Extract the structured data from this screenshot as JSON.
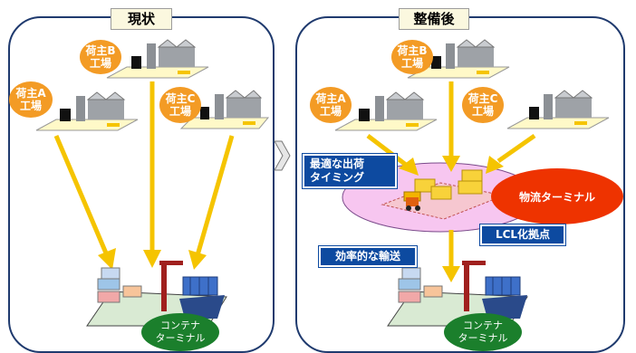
{
  "before": {
    "title": "現状",
    "shippers": [
      {
        "line1": "荷主B",
        "line2": "工場"
      },
      {
        "line1": "荷主A",
        "line2": "工場"
      },
      {
        "line1": "荷主C",
        "line2": "工場"
      }
    ],
    "terminal": {
      "line1": "コンテナ",
      "line2": "ターミナル"
    }
  },
  "after": {
    "title": "整備後",
    "shippers": [
      {
        "line1": "荷主B",
        "line2": "工場"
      },
      {
        "line1": "荷主A",
        "line2": "工場"
      },
      {
        "line1": "荷主C",
        "line2": "工場"
      }
    ],
    "timing_label": {
      "line1": "最適な出荷",
      "line2": "タイミング"
    },
    "logistics_terminal": "物流ターミナル",
    "lcl_label": "LCL化拠点",
    "transport_label": "効率的な輸送",
    "terminal": {
      "line1": "コンテナ",
      "line2": "ターミナル"
    }
  },
  "colors": {
    "panel_border": "#1f3a6e",
    "shipper_bubble": "#f39b25",
    "arrow": "#f5c400",
    "terminal_bubble": "#1b7f2c",
    "label_blue": "#0d4aa0",
    "logistics_oval": "#ee3300",
    "hub_ellipse": "#f7c6f0"
  }
}
